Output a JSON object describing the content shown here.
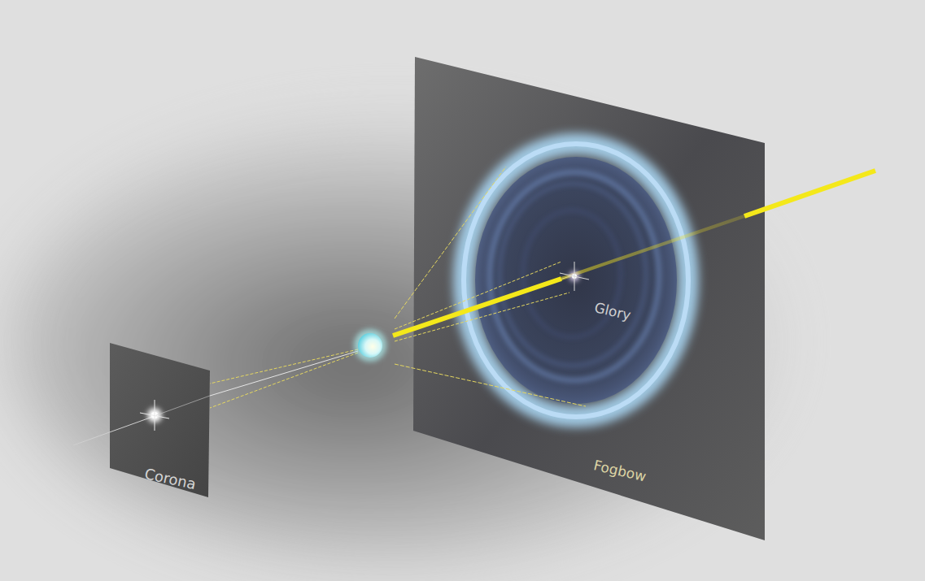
{
  "diagram": {
    "labels": [
      "Corona",
      "Glory",
      "Fogbow"
    ]
  }
}
